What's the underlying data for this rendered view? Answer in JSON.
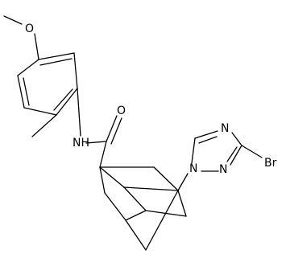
{
  "molecule": {
    "atom_labels": {
      "methoxy_oxygen": "O",
      "amide_nitrogen": "NH",
      "carbonyl_oxygen": "O",
      "triazole_n1": "N",
      "triazole_n2": "N",
      "triazole_n4": "N",
      "bromine": "Br"
    }
  },
  "colors": {
    "bond": "#000000",
    "label": "#000000",
    "background": "#ffffff"
  }
}
